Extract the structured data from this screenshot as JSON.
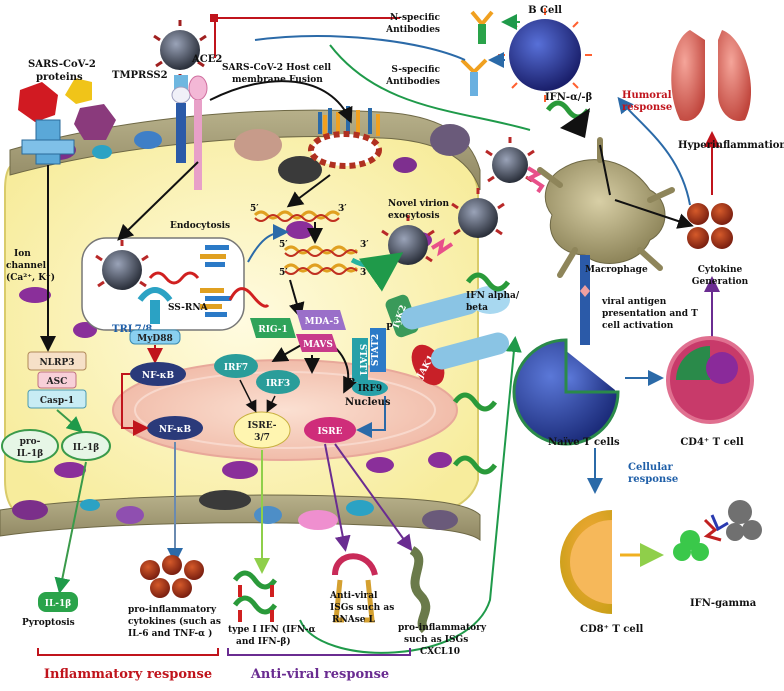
{
  "labels": {
    "b_cell": "B Cell",
    "n_antibodies_1": "N-specific",
    "n_antibodies_2": "Antibodies",
    "s_antibodies_1": "S-specific",
    "s_antibodies_2": "Antibodies",
    "humoral_1": "Humoral",
    "humoral_2": "response",
    "ifn_ab": "IFN-α/-β",
    "hyperinflammation": "Hyperinflammation",
    "sars_proteins_1": "SARS-CoV-2",
    "sars_proteins_2": "proteins",
    "ace2": "ACE2",
    "tmprss2": "TMPRSS2",
    "fusion_1": "SARS-CoV-2 Host cell",
    "fusion_2": "membrane Fusion",
    "ion_1": "Ion",
    "ion_2": "channel",
    "ion_3": "(Ca²⁺, K⁺)",
    "endocytosis": "Endocytosis",
    "novel_1": "Novel virion",
    "novel_2": "exocytosis",
    "macrophage": "Macrophage",
    "cytokine_1": "Cytokine",
    "cytokine_2": "Generation",
    "ss_rna": "SS-RNA",
    "trl": "TRL7/8",
    "myd88": "MyD88",
    "rig1": "RIG-1",
    "mda5": "MDA-5",
    "mavs": "MAVS",
    "stat1": "STAT1",
    "stat2": "STAT2",
    "tyk2": "TyK2",
    "jak1": "JAK1",
    "ifn_alpha_beta_1": "IFN alpha/",
    "ifn_alpha_beta_2": "beta",
    "viral_antigen_1": "viral antigen",
    "viral_antigen_2": "presentation and T",
    "viral_antigen_3": "cell activation",
    "nlrp3": "NLRP3",
    "asc": "ASC",
    "casp1": "Casp-1",
    "nfkb_1": "NF-κB",
    "nfkb_2": "NF-κB",
    "irf7": "IRF7",
    "irf3": "IRF3",
    "irf9": "IRF9",
    "isre37_1": "ISRE-",
    "isre37_2": "3/7",
    "isre": "ISRE",
    "nucleus": "Nucleus",
    "pro_il1b_1": "pro-",
    "pro_il1b_2": "IL-1β",
    "il1b_inner": "IL-1β",
    "il1b_out": "IL-1β",
    "pyroptosis": "Pyroptosis",
    "pro_cyt_1": "pro-inflammatory",
    "pro_cyt_2": "cytokines (such as",
    "pro_cyt_3": "IL-6 and TNF-α )",
    "type1_1": "type I IFN (IFN-α",
    "type1_2": "and IFN-β)",
    "antiviral_isg_1": "Anti-viral",
    "antiviral_isg_2": "ISGs such as",
    "antiviral_isg_3": "RNAse L",
    "proinf_isg_1": "pro-inflammatory",
    "proinf_isg_2": "such as ISGs",
    "proinf_isg_3": "CXCL10",
    "naive_t": "Naïve T cells",
    "cd4_t": "CD4⁺ T cell",
    "cellular_1": "Cellular",
    "cellular_2": "response",
    "cd8_t": "CD8⁺ T cell",
    "ifn_gamma": "IFN-gamma",
    "inflammatory_response": "Inflammatory response",
    "antiviral_response": "Anti-viral response",
    "p1": "P",
    "p2": "P",
    "rna_5a": "5′",
    "rna_3a": "3′",
    "rna_5b": "5′",
    "rna_3b": "3′",
    "rna_5c": "5′",
    "rna_3c": "3′"
  },
  "colors": {
    "cytoplasm": "#fbf3b8",
    "nucleus": "#f4c9b8",
    "red": "#c0141c",
    "blue": "#2b6aa8",
    "green": "#1f9a4a",
    "purple": "#6a2c91",
    "teal_node": "#2a9d9a"
  }
}
